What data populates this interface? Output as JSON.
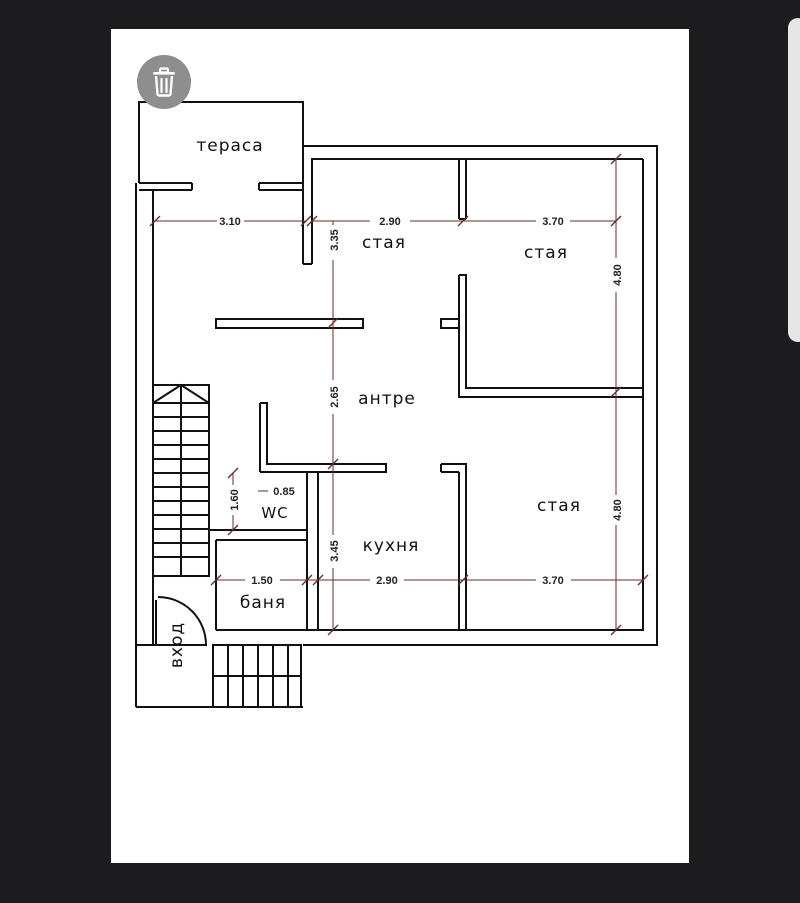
{
  "controls": {
    "delete_icon": "trash-icon"
  },
  "plan": {
    "rooms": {
      "terrace": "тераса",
      "room_top_left": "стая",
      "room_top_right": "стая",
      "hall": "антре",
      "room_bottom_right": "стая",
      "kitchen": "кухня",
      "wc": "WC",
      "bath": "баня",
      "entrance": "вход"
    },
    "dimensions": {
      "d_310": "3.10",
      "d_290_top": "2.90",
      "d_370_top": "3.70",
      "d_335": "3.35",
      "d_480_top": "4.80",
      "d_265": "2.65",
      "d_480_bottom": "4.80",
      "d_160": "1.60",
      "d_085": "0.85",
      "d_345": "3.45",
      "d_150": "1.50",
      "d_290_bottom": "2.90",
      "d_370_bottom": "3.70"
    }
  }
}
